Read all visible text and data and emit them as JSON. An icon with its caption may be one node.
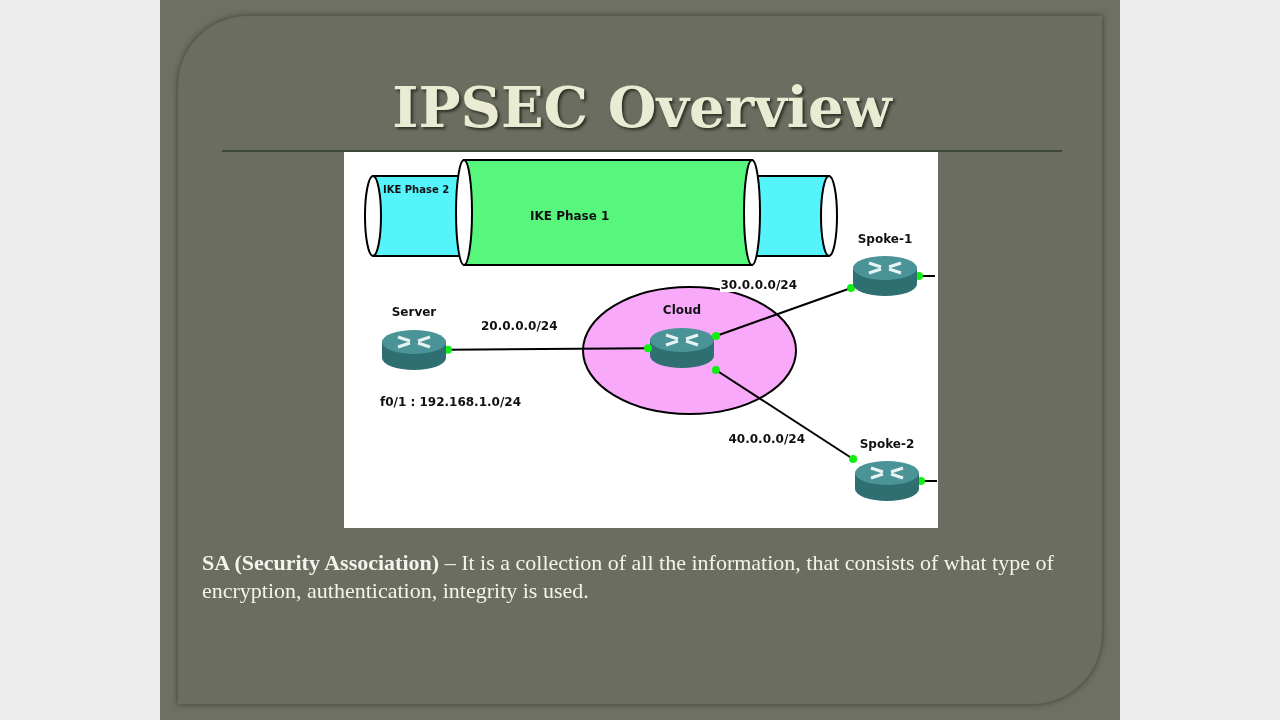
{
  "diagram": {
    "title": "IPSEC Overview",
    "nodes": [
      {
        "text": [
          "IKE Phase 2"
        ]
      },
      {
        "text": [
          "IKE Phase 1"
        ]
      },
      {
        "text": [
          "Server"
        ]
      },
      {
        "text": [],
        "shape": "circle"
      },
      {
        "text": [
          "Cloud"
        ],
        "in": 3
      },
      {
        "text": [
          "Spoke-1"
        ]
      },
      {
        "text": [
          "Spoke-2"
        ]
      }
    ],
    "edges": [
      {
        "from": 2,
        "to": 4,
        "label": "20.0.0.0/24",
        "arrow": "none"
      },
      {
        "from": 4,
        "to": 5,
        "label": "30.0.0.0/24",
        "arrow": "none"
      },
      {
        "from": 4,
        "to": 6,
        "label": "40.0.0.0/24",
        "arrow": "none"
      },
      {
        "from": 5,
        "to": null,
        "arrow": "none"
      },
      {
        "from": 6,
        "to": null,
        "arrow": "none"
      }
    ],
    "labels": [
      "f0/1 : 192.168.1.0/24",
      "**SA (Security Association)** – It is a collection of all the information, that consists of what type of encryption, authentication, integrity is used."
    ]
  }
}
